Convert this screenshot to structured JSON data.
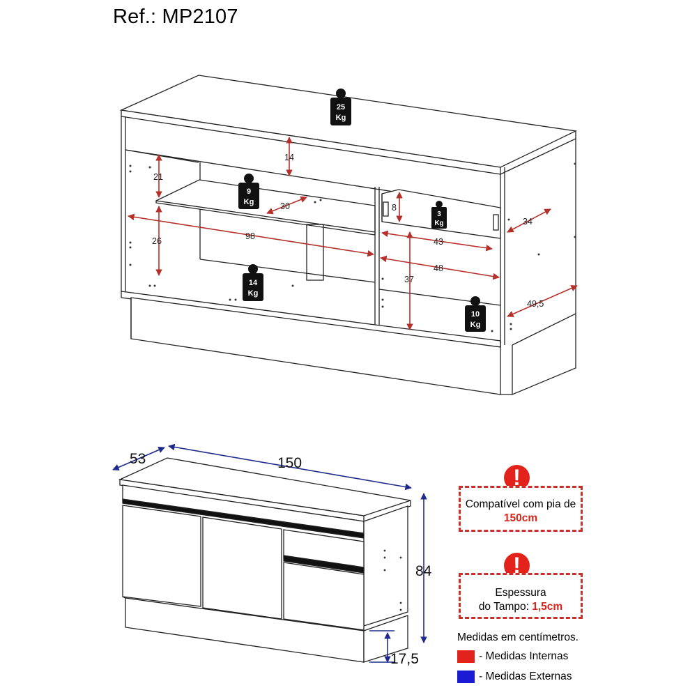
{
  "header": {
    "ref": "Ref.: MP2107"
  },
  "internal_dims": {
    "d14": "14",
    "d21": "21",
    "d30": "30",
    "d26": "26",
    "d98": "98",
    "d8": "8",
    "d34": "34",
    "d43": "43",
    "d48": "48",
    "d37": "37",
    "d49_5": "49,5"
  },
  "weights": {
    "top": {
      "value": "25",
      "unit": "Kg"
    },
    "shelf": {
      "value": "9",
      "unit": "Kg"
    },
    "bottom": {
      "value": "14",
      "unit": "Kg"
    },
    "drawer": {
      "value": "3",
      "unit": "Kg"
    },
    "right_bottom": {
      "value": "10",
      "unit": "Kg"
    }
  },
  "external_dims": {
    "depth": "53",
    "width": "150",
    "height": "84",
    "base": "17,5"
  },
  "notes": {
    "sink_line1": "Compatível com pia de",
    "sink_line2": "150cm",
    "top_line1": "Espessura",
    "top_line2_prefix": "do Tampo:",
    "top_line2_value": "1,5cm"
  },
  "legend": {
    "title": "Medidas em centímetros.",
    "internal": "- Medidas Internas",
    "external": "- Medidas Externas",
    "internal_color": "#e3231b",
    "external_color": "#1b1bd6"
  },
  "colors": {
    "red_dim": "#b5302a",
    "blue_dim": "#1f2a8c"
  }
}
